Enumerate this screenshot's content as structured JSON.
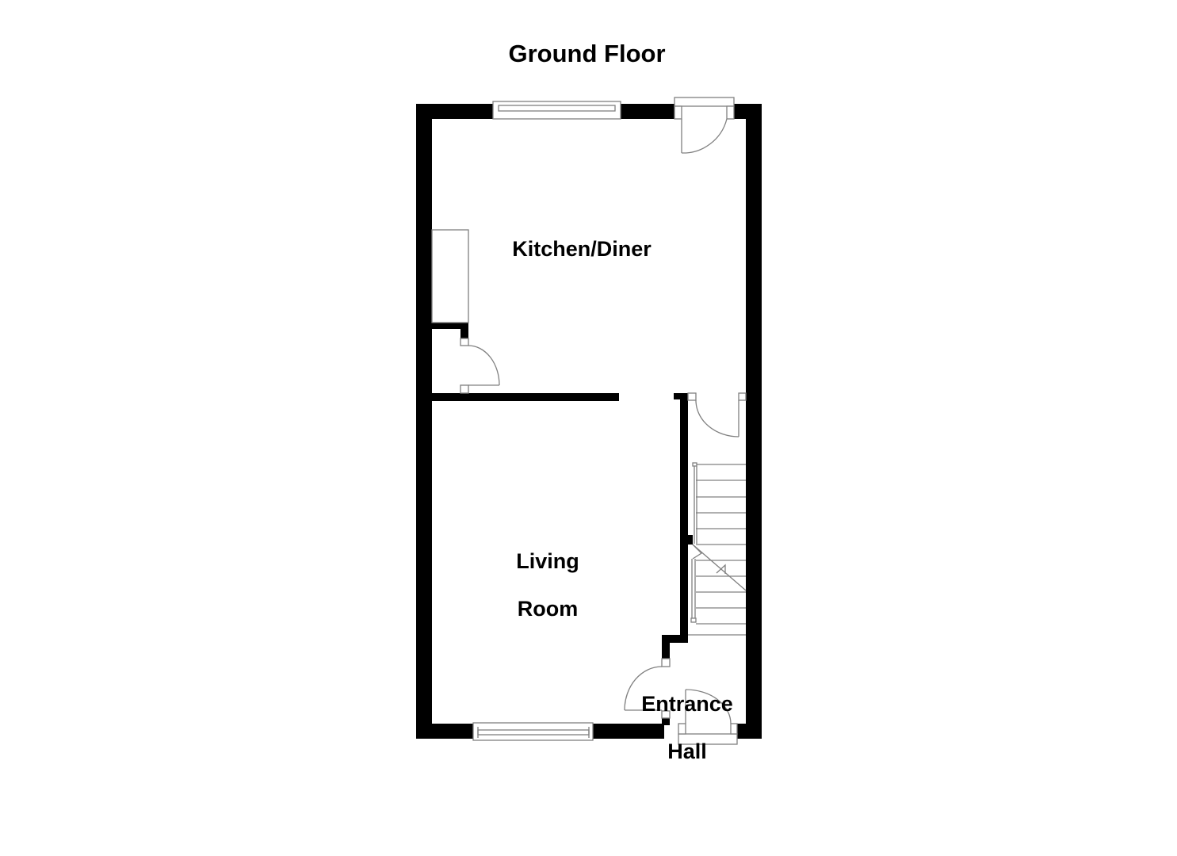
{
  "plan": {
    "title": "Ground Floor",
    "rooms": [
      {
        "name": "Kitchen/Diner"
      },
      {
        "name": "Living Room",
        "line1": "Living",
        "line2": "Room"
      },
      {
        "name": "Entrance Hall",
        "line1": "Entrance",
        "line2": "Hall"
      }
    ]
  },
  "colors": {
    "wall": "#000000",
    "line": "#808080",
    "background": "#ffffff"
  }
}
